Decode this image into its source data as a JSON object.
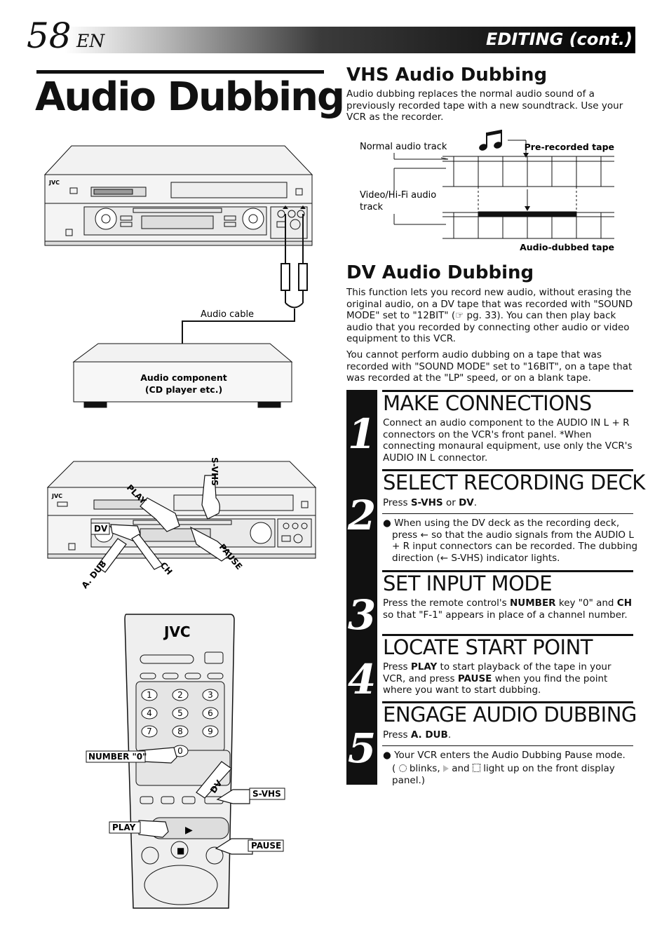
{
  "header": {
    "page_number": "58",
    "lang": "EN",
    "section": "EDITING (cont.)"
  },
  "title": "Audio Dubbing",
  "vhs": {
    "heading": "VHS Audio Dubbing",
    "text": "Audio dubbing replaces the normal audio sound of a previously recorded tape with a new soundtrack. Use your VCR as the recorder.",
    "diagram": {
      "normal_track": "Normal audio track",
      "video_track_1": "Video/Hi-Fi audio",
      "video_track_2": "track",
      "pre_recorded": "Pre-recorded tape",
      "audio_dubbed": "Audio-dubbed tape"
    }
  },
  "dv": {
    "heading": "DV Audio Dubbing",
    "text1": "This function lets you record new audio, without erasing the original audio, on a DV tape that was recorded with \"SOUND MODE\" set to \"12BIT\" (☞ pg. 33). You can then play back audio that you recorded by connecting other audio or video equipment to this VCR.",
    "text2": "You cannot perform audio dubbing on a tape that was recorded with \"SOUND MODE\" set to \"16BIT\", on a tape that was recorded at the \"LP\" speed, or on a blank tape."
  },
  "illustration": {
    "brand": "JVC",
    "audio_cable": "Audio cable",
    "component_1": "Audio component",
    "component_2": "(CD player etc.)",
    "play": "PLAY",
    "svhs": "S-VHS",
    "dv": "DV",
    "adub": "A. DUB",
    "ch": "CH",
    "pause": "PAUSE",
    "number0": "NUMBER \"0\"",
    "keys": [
      "1",
      "2",
      "3",
      "4",
      "5",
      "6",
      "7",
      "8",
      "9",
      "0"
    ]
  },
  "steps": [
    {
      "num": "1",
      "title": "MAKE CONNECTIONS",
      "text": "Connect an audio component to the AUDIO IN L + R connectors on the VCR's front panel. *When connecting monaural equipment, use only the VCR's AUDIO IN L connector."
    },
    {
      "num": "2",
      "title": "SELECT RECORDING DECK",
      "press_pre": "Press ",
      "press_b1": "S-VHS",
      "press_mid": " or ",
      "press_b2": "DV",
      "press_end": ".",
      "bullet": "When using the DV deck as the recording deck, press ← so that the audio signals from the AUDIO L + R input connectors can be recorded. The dubbing direction (← S-VHS) indicator lights."
    },
    {
      "num": "3",
      "title": "SET INPUT MODE",
      "t1": "Press the remote control's ",
      "b1": "NUMBER",
      "t2": " key \"0\" and ",
      "b2": "CH",
      "t3": " so that \"F-1\" appears in place of a channel number."
    },
    {
      "num": "4",
      "title": "LOCATE START POINT",
      "t1": "Press ",
      "b1": "PLAY",
      "t2": " to start playback of the tape in your VCR, and press ",
      "b2": "PAUSE",
      "t3": " when you find the point where you want to start dubbing."
    },
    {
      "num": "5",
      "title": "ENGAGE AUDIO DUBBING",
      "t1": "Press ",
      "b1": "A. DUB",
      "t2": ".",
      "bullet_1": "Your VCR enters the Audio Dubbing Pause mode.",
      "bullet_2a": "( ",
      "blinks": " blinks, ",
      "and_word": " and ",
      "bullet_2b": " light up on the front display panel.)"
    }
  ]
}
